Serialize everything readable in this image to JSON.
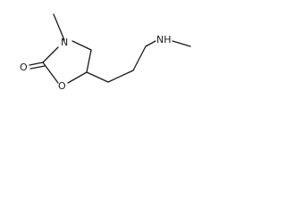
{
  "structure": {
    "atoms": {
      "ring_nitrogen": "N",
      "carbonyl_oxygen": "O",
      "ring_oxygen": "O",
      "amine": "NH"
    }
  }
}
